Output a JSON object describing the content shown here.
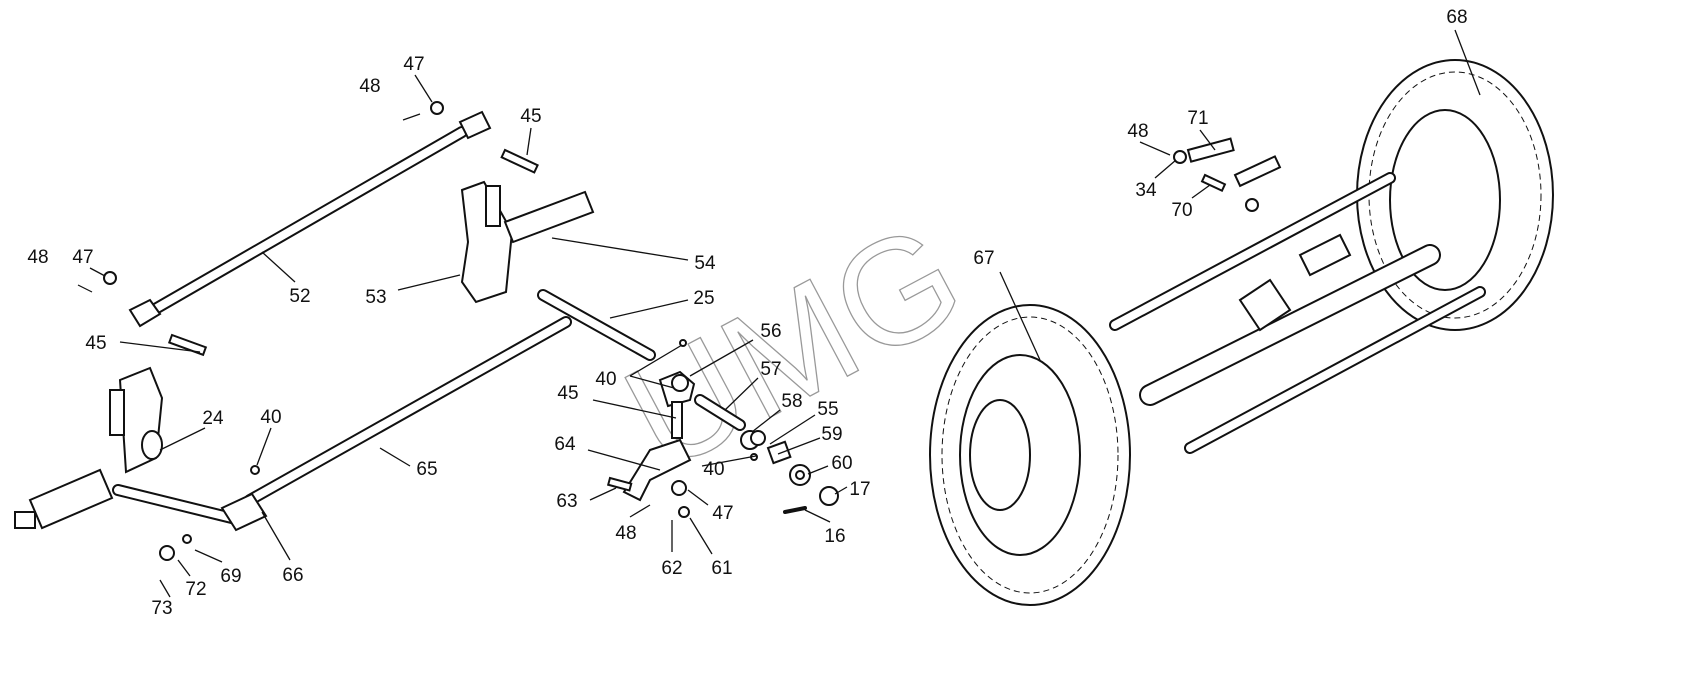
{
  "watermark": "UMG",
  "labels": [
    "48",
    "47",
    "45",
    "48",
    "47",
    "52",
    "53",
    "54",
    "25",
    "45",
    "56",
    "40",
    "57",
    "45",
    "24",
    "40",
    "58",
    "55",
    "59",
    "65",
    "64",
    "40",
    "60",
    "17",
    "63",
    "47",
    "48",
    "16",
    "66",
    "69",
    "72",
    "73",
    "62",
    "61",
    "67",
    "68",
    "71",
    "48",
    "34",
    "70"
  ]
}
